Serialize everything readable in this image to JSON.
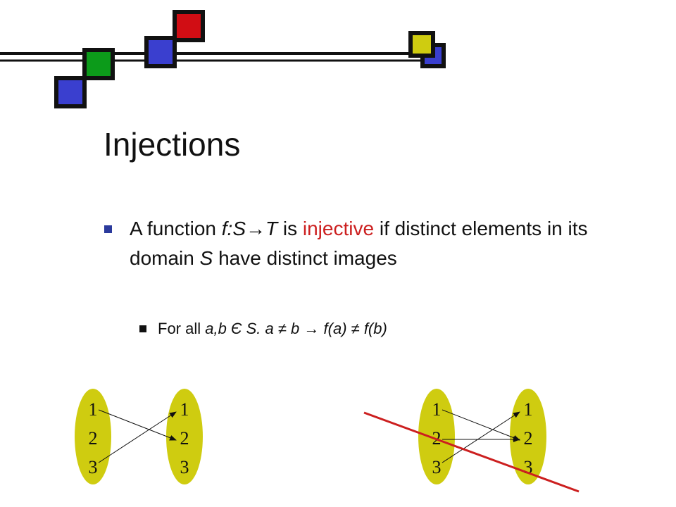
{
  "colors": {
    "accent_blue": "#3a3fcf",
    "accent_green": "#0c9b1a",
    "accent_red": "#d10d14",
    "accent_yellow": "#cfcc10",
    "ellipse_fill": "#cfcc10",
    "strike_line": "#cc1f1f",
    "term_highlight": "#cc1f1f"
  },
  "slide": {
    "title": "Injections",
    "bullet1": {
      "text_before_term": "A function ",
      "function_sig_left": "f:S",
      "arrow": "→",
      "function_sig_right": "T",
      "text_is": " is ",
      "term": "injective",
      "text_after_term": " if distinct elements in its domain ",
      "domain_var": "S",
      "text_end": " have distinct images"
    },
    "bullet2": {
      "lead": "For all ",
      "quantified": "a,b Є S. a ≠ b ",
      "arrow": "→",
      "consequence": " f(a) ≠ f(b)"
    }
  },
  "diagrams": {
    "left": {
      "domain": [
        "1",
        "2",
        "3"
      ],
      "codomain": [
        "1",
        "2",
        "3"
      ]
    },
    "right": {
      "domain": [
        "1",
        "2",
        "3"
      ],
      "codomain": [
        "1",
        "2",
        "3"
      ]
    }
  }
}
